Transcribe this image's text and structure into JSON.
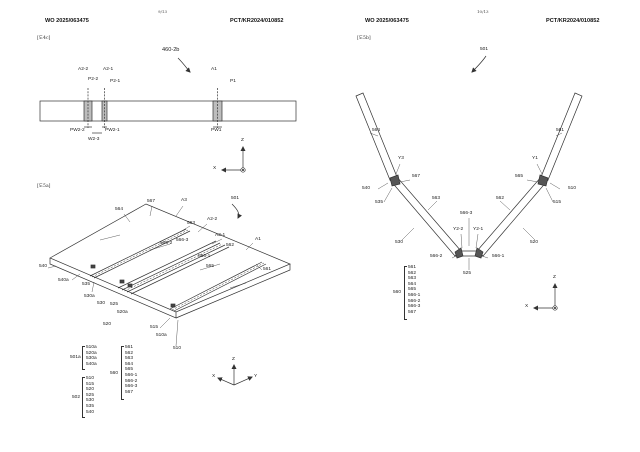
{
  "left_page": {
    "page_number": "9/13",
    "pub_number": "WO 2025/063475",
    "pct_number": "PCT/KR2024/010852"
  },
  "right_page": {
    "page_number": "10/13",
    "pub_number": "WO 2025/063475",
    "pct_number": "PCT/KR2024/010852"
  },
  "fig4c": {
    "title": "[도4c]",
    "ref_main": "460-2b",
    "labels": [
      "A2-2",
      "A2-1",
      "P2-2",
      "P2-1",
      "A1",
      "P1",
      "PW2-2",
      "PW2-1",
      "W2-3",
      "PW1"
    ],
    "axes": {
      "x": "X",
      "z": "Z"
    }
  },
  "fig5a": {
    "title": "[도5a]",
    "labels": [
      "564",
      "567",
      "A3",
      "501",
      "A2-2",
      "563",
      "A2-1",
      "566-3",
      "566-2",
      "562",
      "566-1",
      "A1",
      "565",
      "561",
      "540",
      "540a",
      "535",
      "530a",
      "530",
      "525",
      "520a",
      "520",
      "515",
      "510a",
      "510"
    ],
    "axes": {
      "x": "X",
      "y": "Y",
      "z": "Z"
    },
    "legend_501a": {
      "ref": "501a",
      "items": [
        "510a",
        "520a",
        "530a",
        "540a"
      ]
    },
    "legend_502": {
      "ref": "502",
      "items": [
        "510",
        "515",
        "520",
        "525",
        "530",
        "535",
        "540"
      ]
    },
    "legend_560": {
      "ref": "560",
      "items": [
        "561",
        "562",
        "563",
        "564",
        "565",
        "566-1",
        "566-2",
        "566-3",
        "567"
      ]
    }
  },
  "fig5b": {
    "title": "[도5b]",
    "labels": [
      "501",
      "564",
      "561",
      "Y3",
      "Y1",
      "567",
      "565",
      "540",
      "510",
      "535",
      "515",
      "563",
      "562",
      "566-3",
      "Y2-2",
      "Y2-1",
      "530",
      "520",
      "566-2",
      "566-1",
      "525"
    ],
    "axes": {
      "x": "X",
      "z": "Z"
    },
    "legend_560": {
      "ref": "560",
      "items": [
        "561",
        "562",
        "563",
        "564",
        "565",
        "566-1",
        "566-2",
        "566-3",
        "567"
      ]
    }
  }
}
